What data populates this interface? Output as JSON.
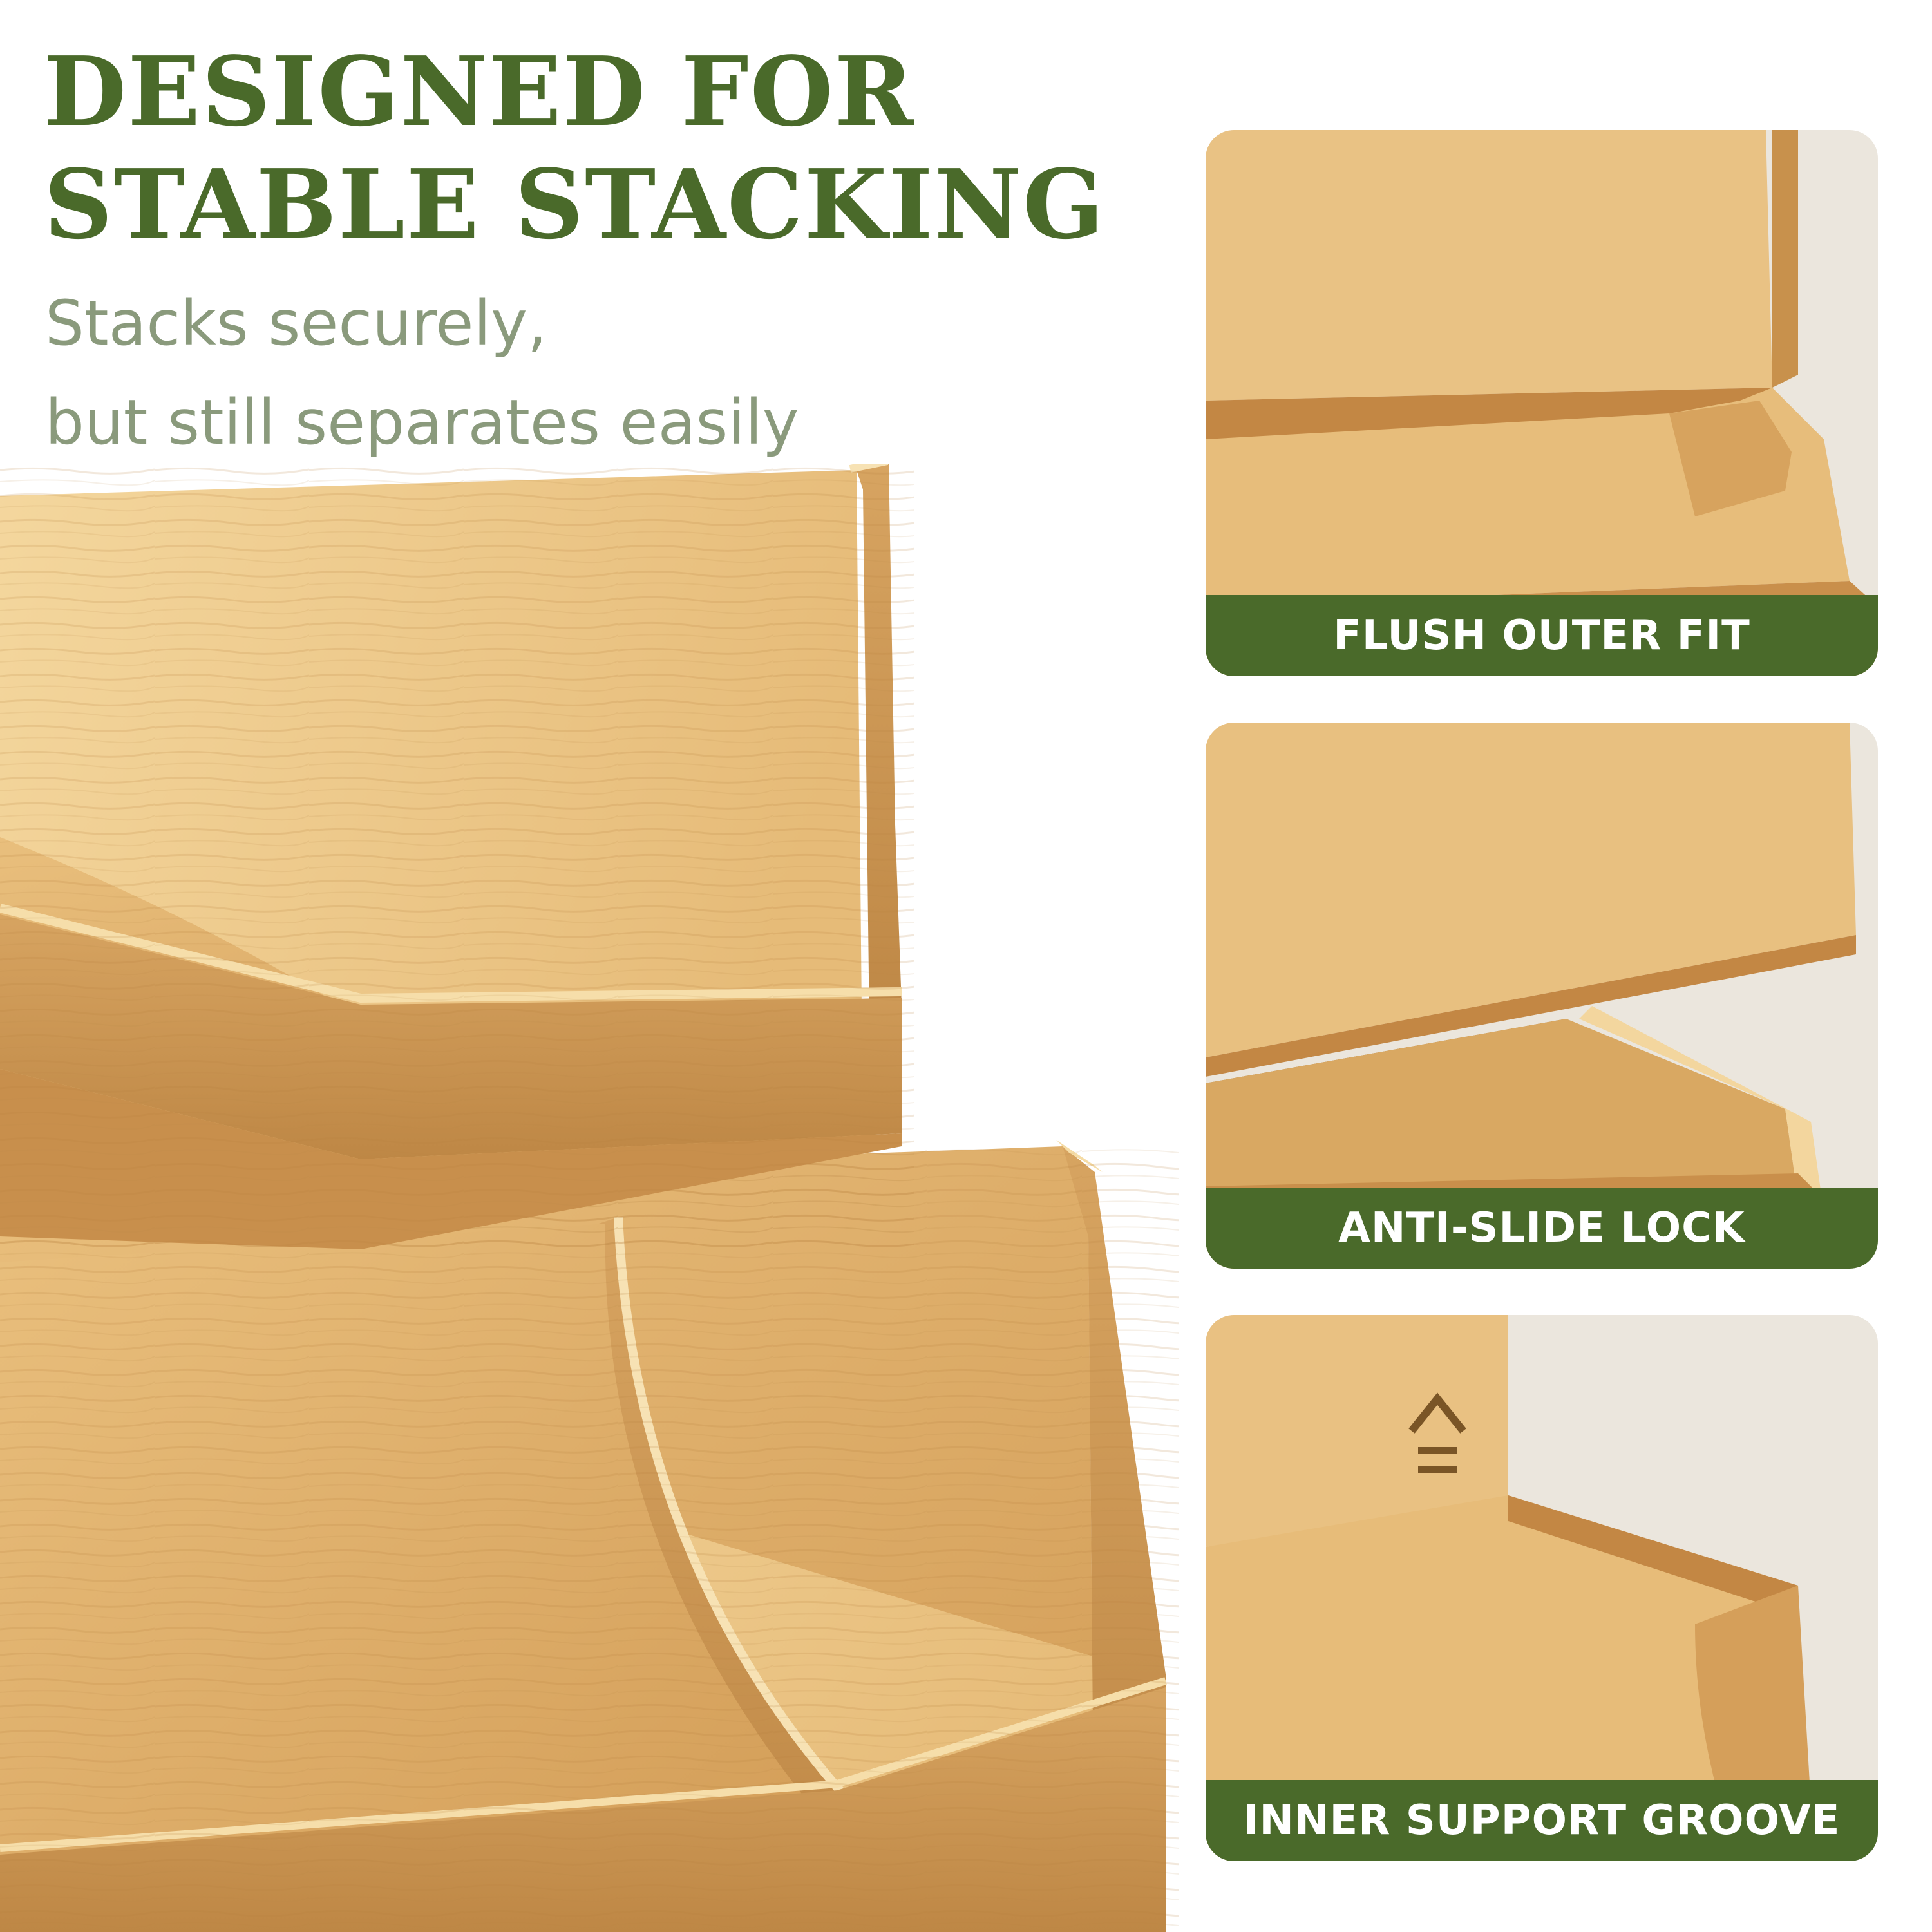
{
  "headline": {
    "line1": "DESIGNED FOR",
    "line2": "STABLE STACKING"
  },
  "subhead": {
    "line1": "Stacks securely,",
    "line2": "but still separates easily"
  },
  "features": [
    {
      "label": "FLUSH OUTER FIT",
      "icon": "flush-outer-fit-photo"
    },
    {
      "label": "ANTI-SLIDE LOCK",
      "icon": "anti-slide-lock-photo"
    },
    {
      "label": "INNER SUPPORT GROOVE",
      "icon": "inner-support-groove-photo"
    }
  ],
  "brand": {
    "logo": "homestead-house-logo"
  },
  "colors": {
    "headline": "#4a6a2a",
    "subhead": "#8a9a7c",
    "label_band": "#4a6a2a",
    "bamboo_light": "#f1cf92",
    "bamboo_mid": "#e3b470",
    "bamboo_dark": "#c9934e",
    "card_background": "#ebe6dd"
  }
}
